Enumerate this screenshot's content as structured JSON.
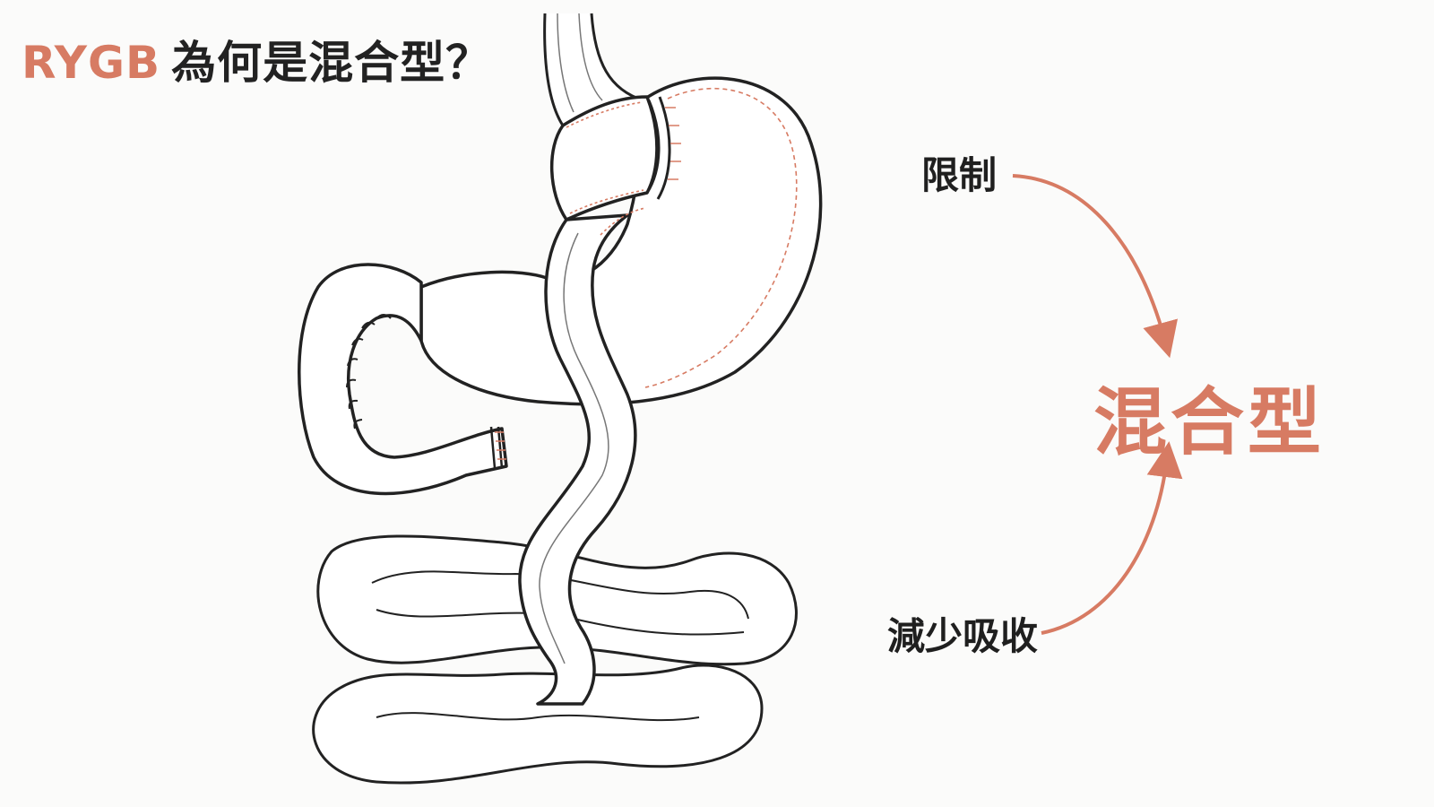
{
  "title": {
    "accent": "RYGB",
    "rest": "為何是混合型？"
  },
  "labels": {
    "restriction": "限制",
    "malabsorption": "減少吸收",
    "hybrid": "混合型"
  },
  "colors": {
    "accent": "#d77b63",
    "ink": "#1f1f1f",
    "background": "#fbfbfa"
  }
}
